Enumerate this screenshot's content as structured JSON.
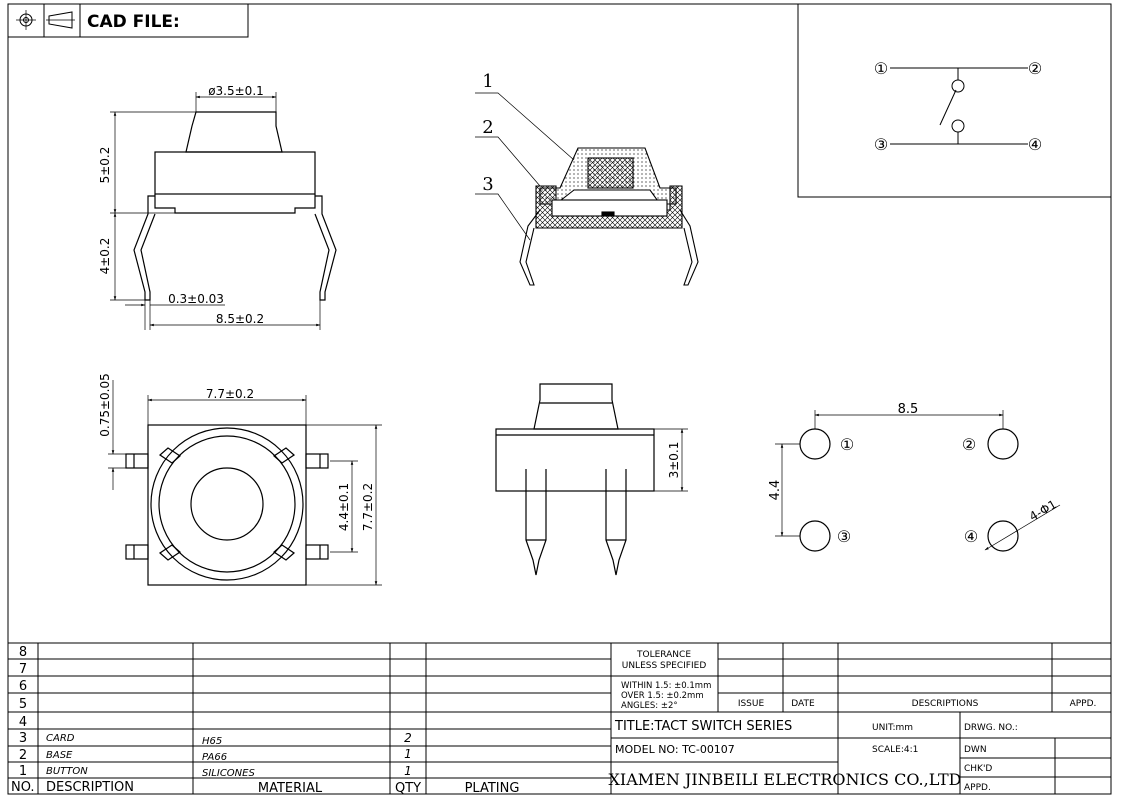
{
  "header": {
    "cad_label": "CAD FILE:",
    "projection_icon": "first-angle-projection-icon"
  },
  "dimensions": {
    "top_diameter": "ø3.5±0.1",
    "height_upper": "5±0.2",
    "height_lower": "4±0.2",
    "lead_thickness": "0.3±0.03",
    "overall_width": "8.5±0.2",
    "body_width": "7.7±0.2",
    "lead_width": "0.75±0.05",
    "pin_pitch_inner": "4.4±0.1",
    "body_height": "7.7±0.2",
    "body_thickness": "3±0.1"
  },
  "section_callouts": [
    "1",
    "2",
    "3"
  ],
  "schematic": {
    "terminals": [
      "①",
      "②",
      "③",
      "④"
    ]
  },
  "pcb_layout": {
    "pitch_x": "8.5",
    "pitch_y": "4.4",
    "hole_spec": "4-Φ1",
    "pads": [
      "①",
      "②",
      "③",
      "④"
    ]
  },
  "bom": {
    "row_numbers": [
      "8",
      "7",
      "6",
      "5",
      "4",
      "3",
      "2",
      "1"
    ],
    "rows": [
      {
        "no": "3",
        "description": "CARD",
        "material": "H65",
        "qty": "2",
        "plating": ""
      },
      {
        "no": "2",
        "description": "BASE",
        "material": "PA66",
        "qty": "1",
        "plating": ""
      },
      {
        "no": "1",
        "description": "BUTTON",
        "material": "SILICONES",
        "qty": "1",
        "plating": ""
      }
    ],
    "headers": {
      "no": "NO.",
      "description": "DESCRIPTION",
      "material": "MATERIAL",
      "qty": "QTY",
      "plating": "PLATING"
    }
  },
  "title_block": {
    "tolerance_title_1": "TOLERANCE",
    "tolerance_title_2": "UNLESS SPECIFIED",
    "tol_line_1": "WITHIN 1.5: ±0.1mm",
    "tol_line_2": "OVER 1.5:  ±0.2mm",
    "tol_line_3": "ANGLES: ±2°",
    "issue": "ISSUE",
    "date": "DATE",
    "descriptions": "DESCRIPTIONS",
    "appd": "APPD.",
    "title": "TITLE:TACT SWITCH SERIES",
    "unit": "UNIT:mm",
    "drwg_no": "DRWG. NO.:",
    "model_no": "MODEL NO: TC-00107",
    "scale": "SCALE:4:1",
    "dwn": "DWN",
    "chkd": "CHK'D",
    "appd2": "APPD.",
    "company": "XIAMEN JINBEILI ELECTRONICS CO.,LTD"
  }
}
